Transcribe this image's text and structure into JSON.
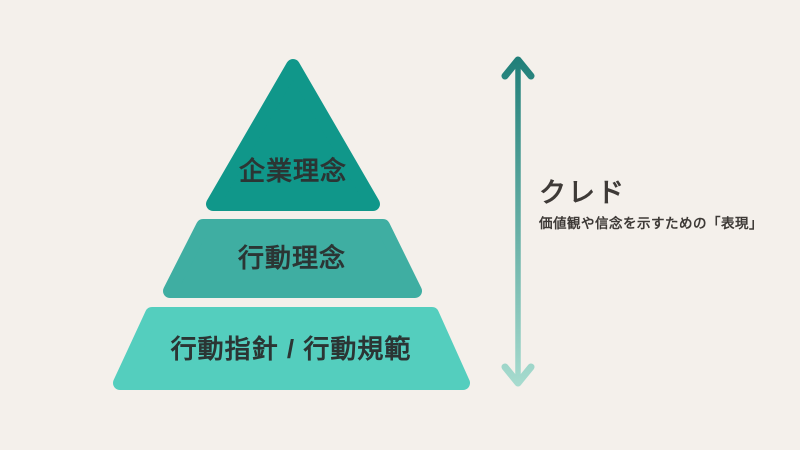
{
  "background_color": "#F4F0EB",
  "pyramid": {
    "text_color": "#2B3534",
    "tiers": [
      {
        "label": "企業理念",
        "color": "#10978A"
      },
      {
        "label": "行動理念",
        "color": "#3FAEA2"
      },
      {
        "label": "行動指針 / 行動規範",
        "color": "#54CEBE"
      }
    ]
  },
  "arrow": {
    "icon": "vertical-double-arrow-icon",
    "gradient_top": "#1F7E78",
    "gradient_bottom": "#A9DDD0"
  },
  "annotation": {
    "title": "クレド",
    "description": "価値観や信念を示すための「表現」",
    "text_color": "#3E3A37"
  }
}
